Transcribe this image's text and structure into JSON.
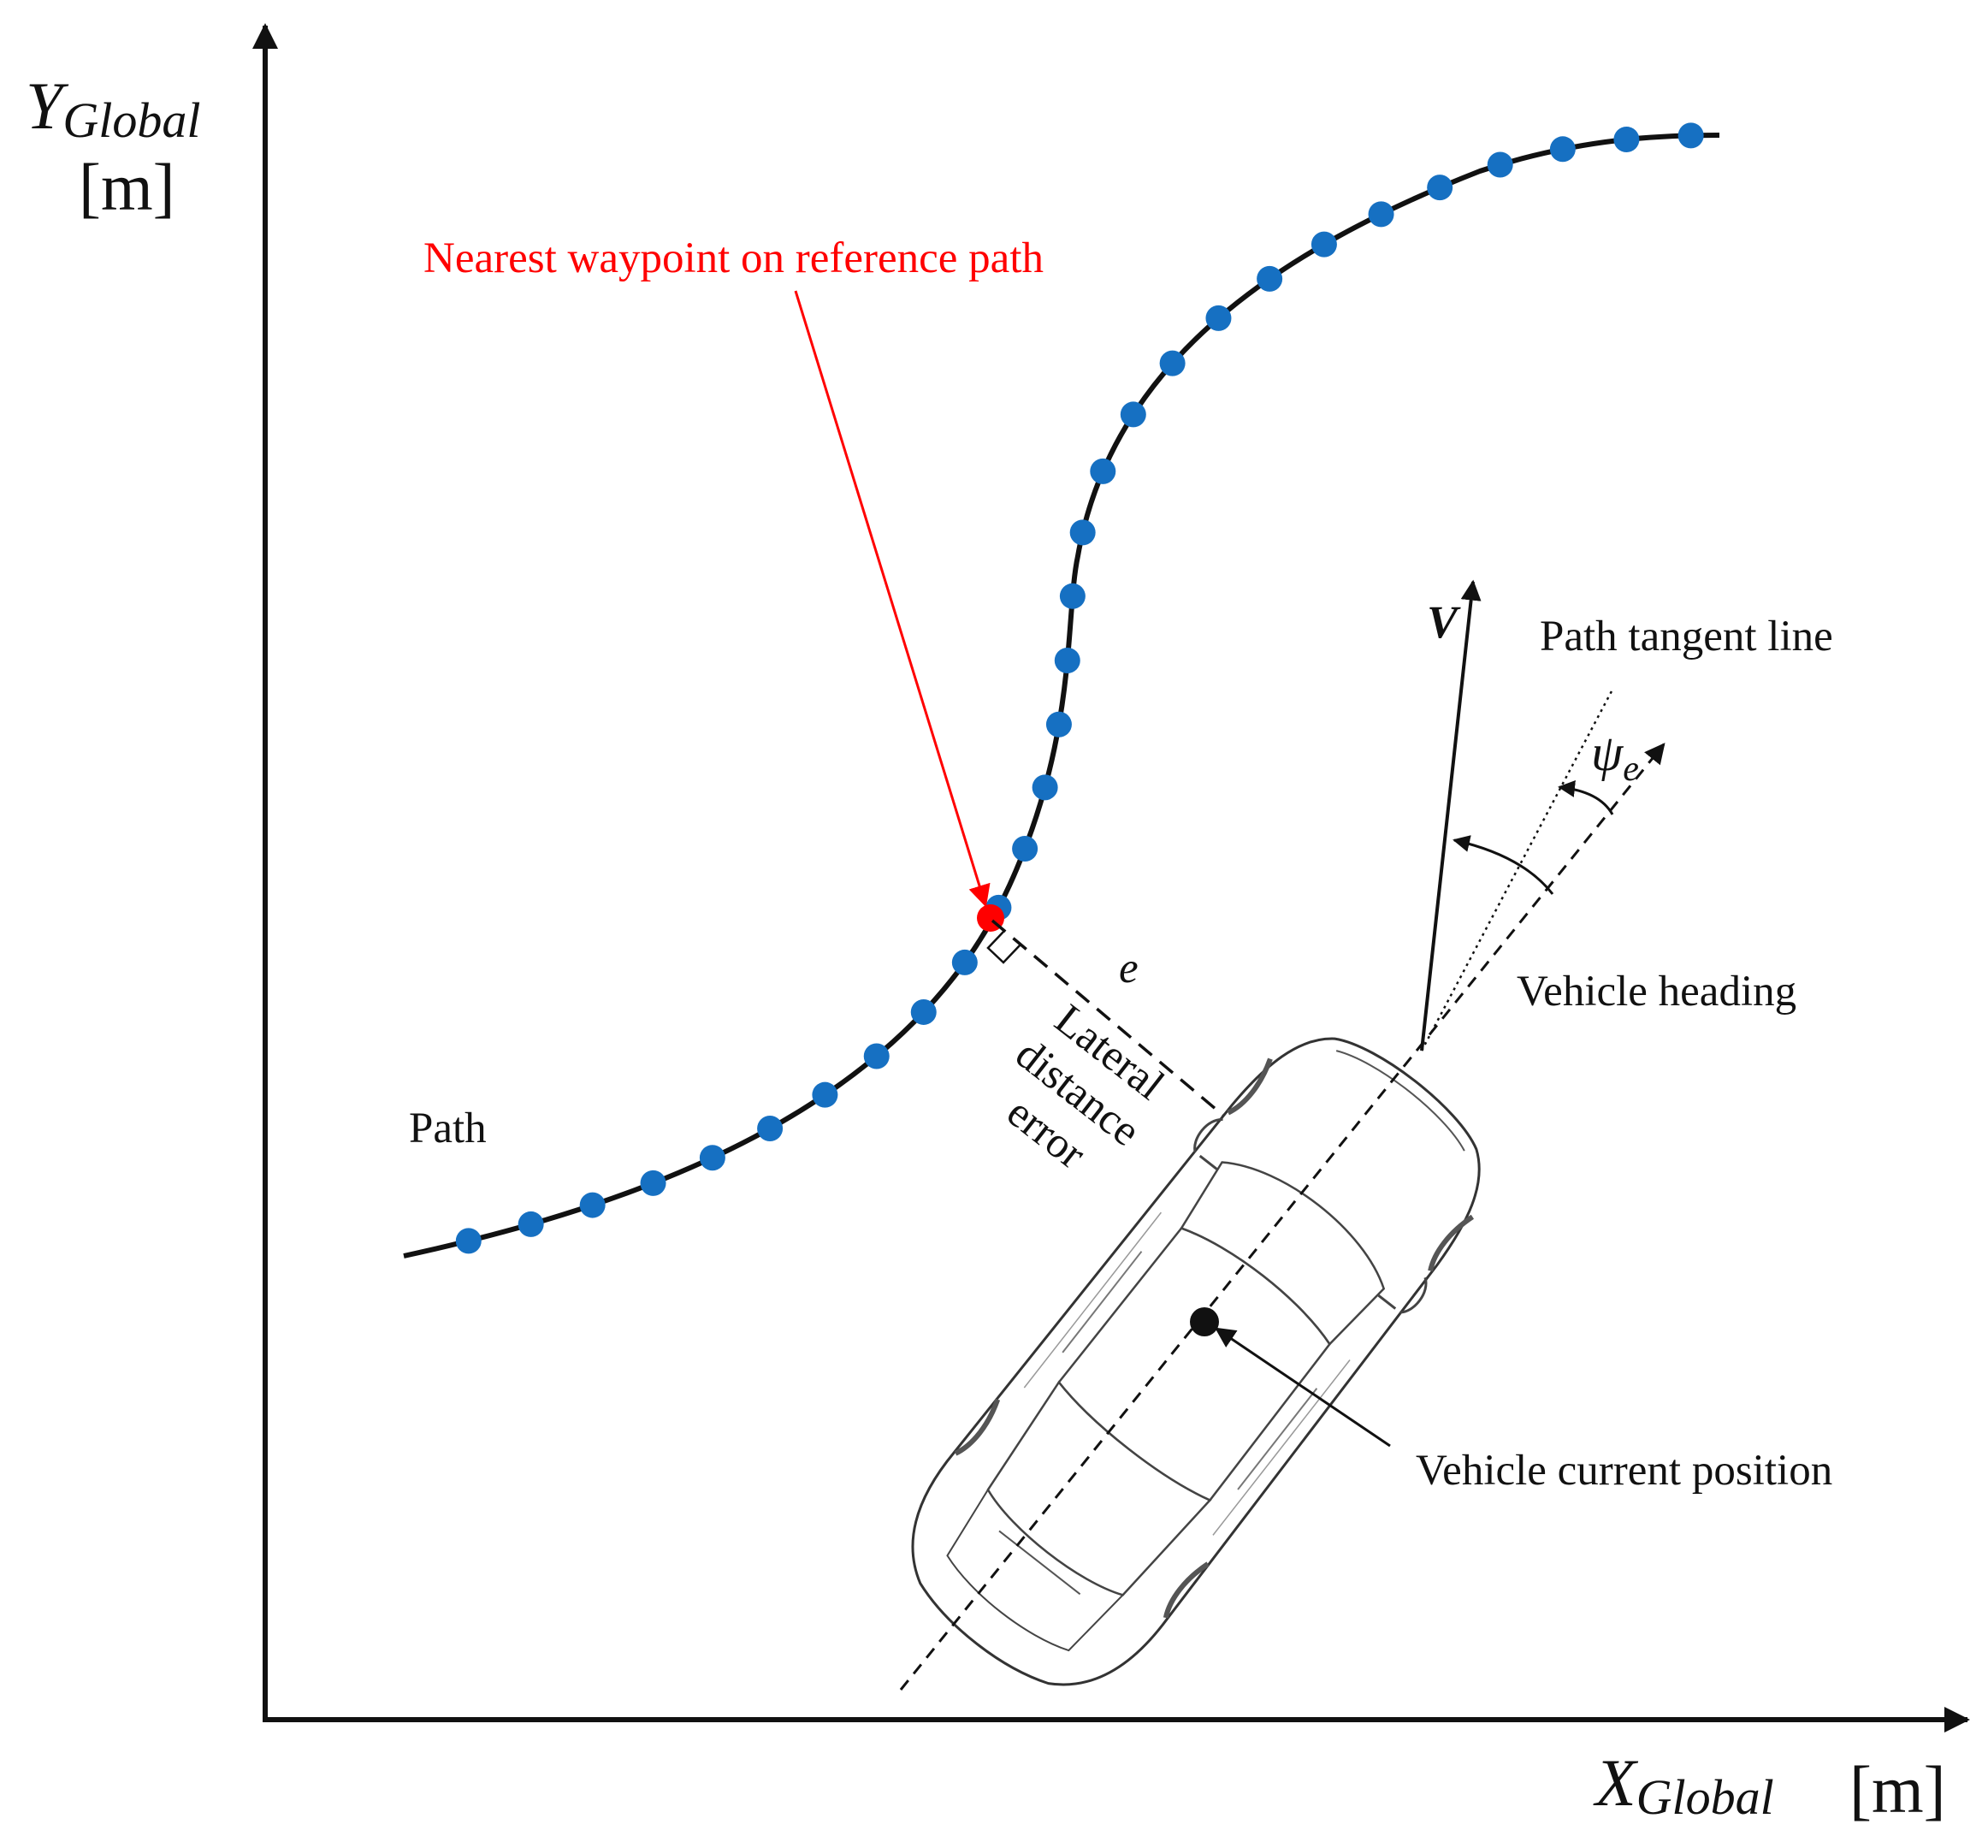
{
  "axes": {
    "y": {
      "symbol": "Y",
      "subscript": "Global",
      "unit": "[m]"
    },
    "x": {
      "symbol": "X",
      "subscript": "Global",
      "unit": "[m]"
    }
  },
  "labels": {
    "nearest_waypoint": "Nearest waypoint on reference path",
    "path": "Path",
    "lateral_error_lines": [
      "Lateral",
      "distance",
      "error"
    ],
    "error_symbol": "e",
    "velocity": "V",
    "path_tangent": "Path tangent line",
    "heading_error_symbol": "ψ",
    "heading_error_subscript": "e",
    "vehicle_heading": "Vehicle heading",
    "vehicle_position": "Vehicle current position"
  },
  "colors": {
    "waypoint": "#1670c2",
    "nearest_waypoint": "#ff0000",
    "annotation": "#ff0000",
    "ink": "#111111"
  },
  "waypoint_count": 29
}
